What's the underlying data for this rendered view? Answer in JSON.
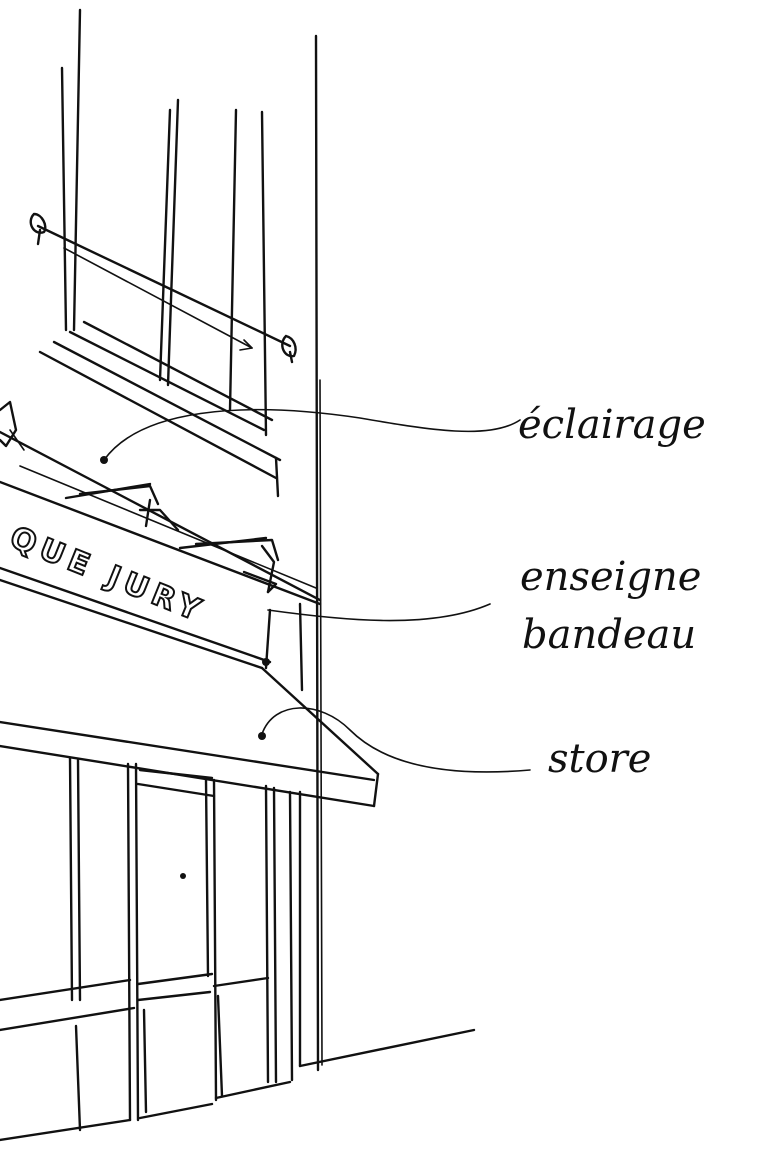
{
  "sign": {
    "text": "QUE JURY"
  },
  "labels": {
    "eclairage": "éclairage",
    "enseigne": "enseigne",
    "bandeau": "bandeau",
    "store": "store"
  }
}
